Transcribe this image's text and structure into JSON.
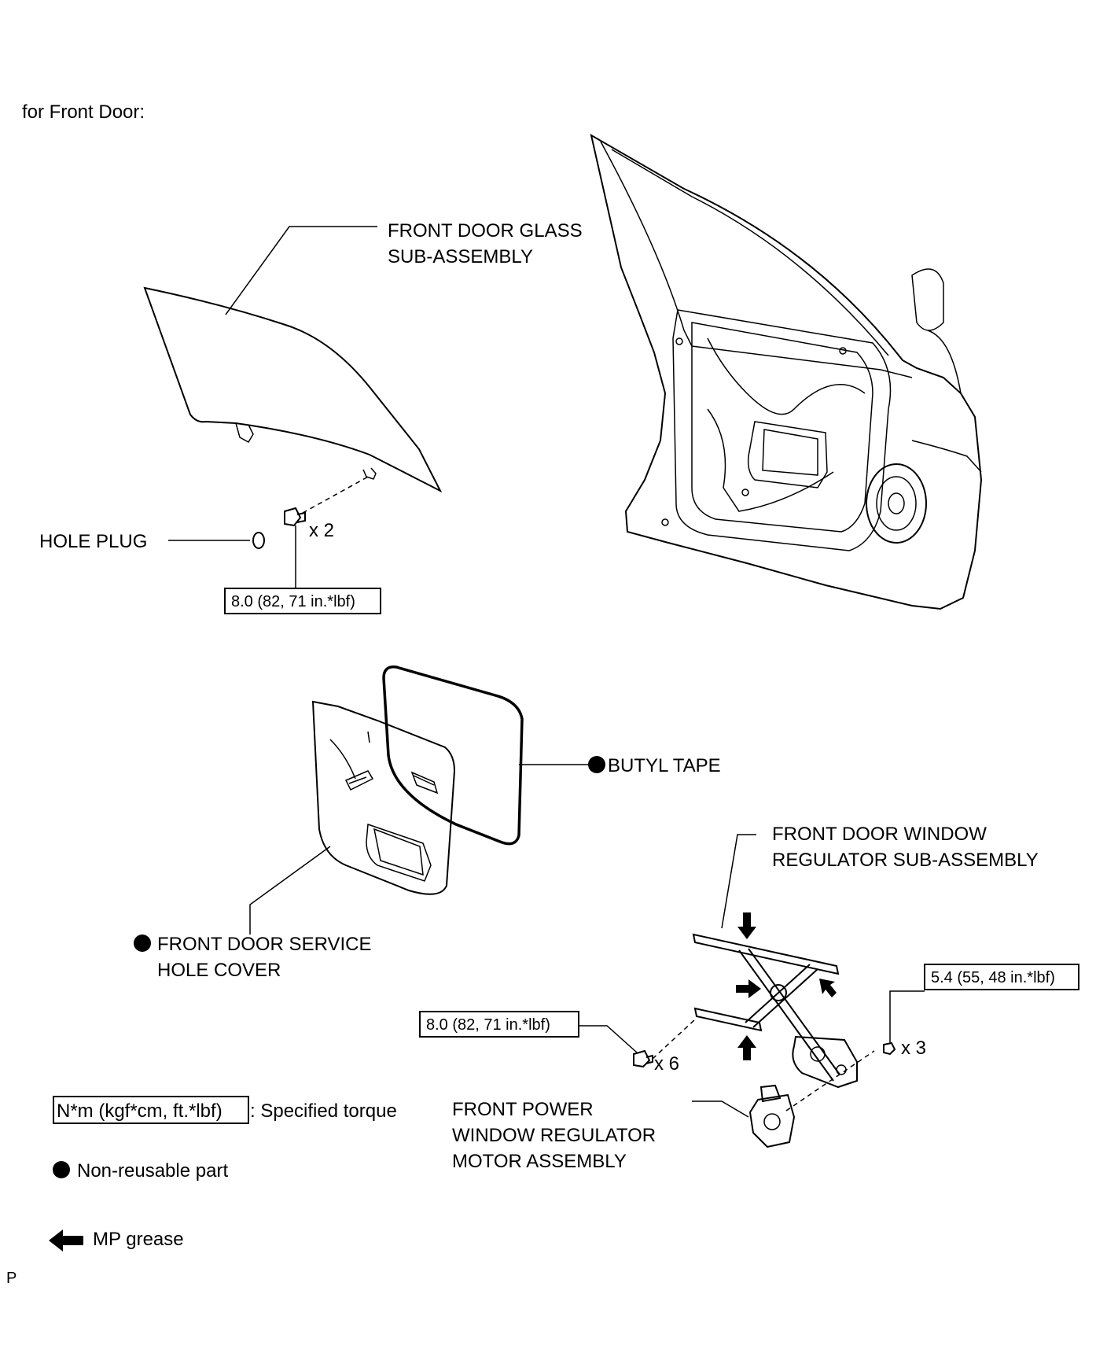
{
  "heading": "for Front Door:",
  "labels": {
    "glass_1": "FRONT DOOR GLASS",
    "glass_2": "SUB-ASSEMBLY",
    "hole_plug": "HOLE PLUG",
    "qty_glass_bolt": "x 2",
    "torque_glass": "8.0 (82, 71 in.*lbf)",
    "butyl_tape": "BUTYL TAPE",
    "service_cover_1": "FRONT DOOR SERVICE",
    "service_cover_2": "HOLE COVER",
    "regulator_1": "FRONT DOOR WINDOW",
    "regulator_2": "REGULATOR SUB-ASSEMBLY",
    "torque_motor": "5.4 (55, 48 in.*lbf)",
    "qty_motor_bolt": "x 3",
    "torque_regulator": "8.0 (82, 71 in.*lbf)",
    "qty_regulator_bolt": "x 6",
    "motor_1": "FRONT POWER",
    "motor_2": "WINDOW REGULATOR",
    "motor_3": "MOTOR ASSEMBLY"
  },
  "legend": {
    "torque_box": "N*m (kgf*cm, ft.*lbf)",
    "torque_desc": ": Specified torque",
    "nonreusable": "Non-reusable part",
    "grease": "MP grease"
  },
  "corner_mark": "P"
}
